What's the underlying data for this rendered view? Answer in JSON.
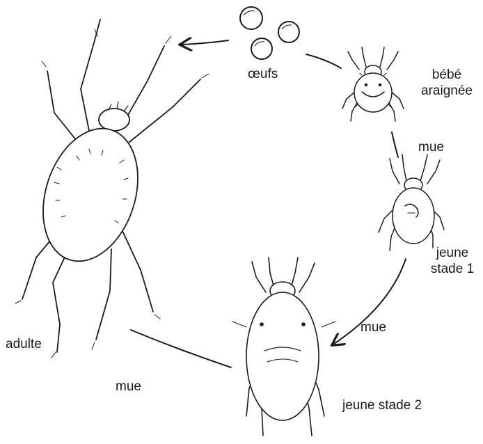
{
  "stages": {
    "eggs": "œufs",
    "baby": [
      "bébé",
      "araignée"
    ],
    "juvenile1": [
      "jeune",
      "stade 1"
    ],
    "juvenile2": "jeune stade 2",
    "adult": "adulte"
  },
  "transitions": {
    "molt_baby_to_j1": "mue",
    "molt_j1_to_j2": "mue",
    "molt_j2_to_adult": "mue"
  },
  "colors": {
    "ink": "#1a1a1a",
    "background": "#ffffff"
  }
}
